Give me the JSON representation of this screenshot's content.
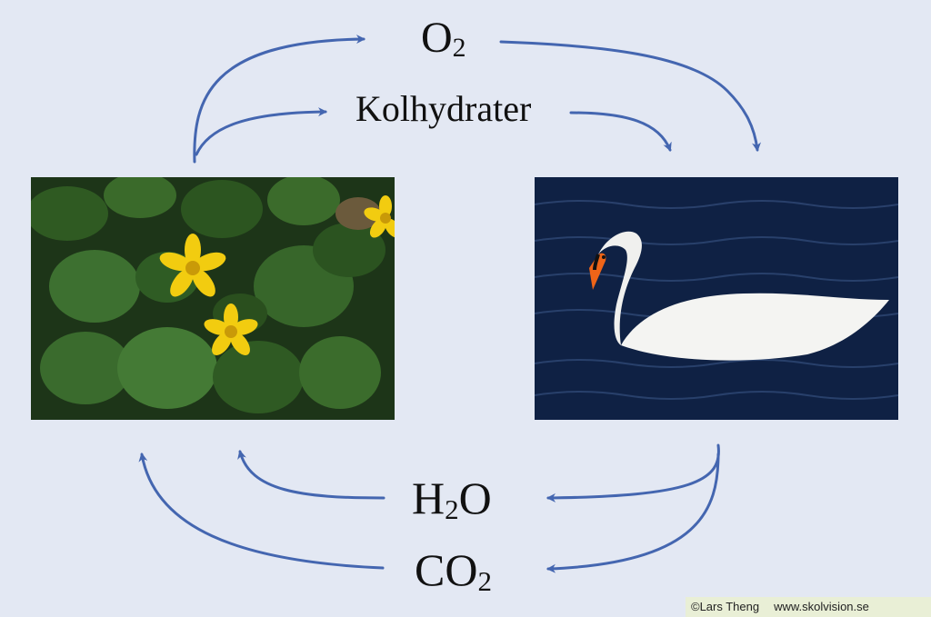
{
  "labels": {
    "o2": {
      "base": "O",
      "sub": "2"
    },
    "carbohydrates": "Kolhydrater",
    "h2o": {
      "pre": "H",
      "sub": "2",
      "post": "O"
    },
    "co2": {
      "base": "CO",
      "sub": "2"
    }
  },
  "credits": {
    "author": "©Lars Theng",
    "website": "www.skolvision.se"
  },
  "colors": {
    "arrow": "#4466b0",
    "background": "#e3e8f3",
    "credit_bar": "#e9efd6"
  }
}
